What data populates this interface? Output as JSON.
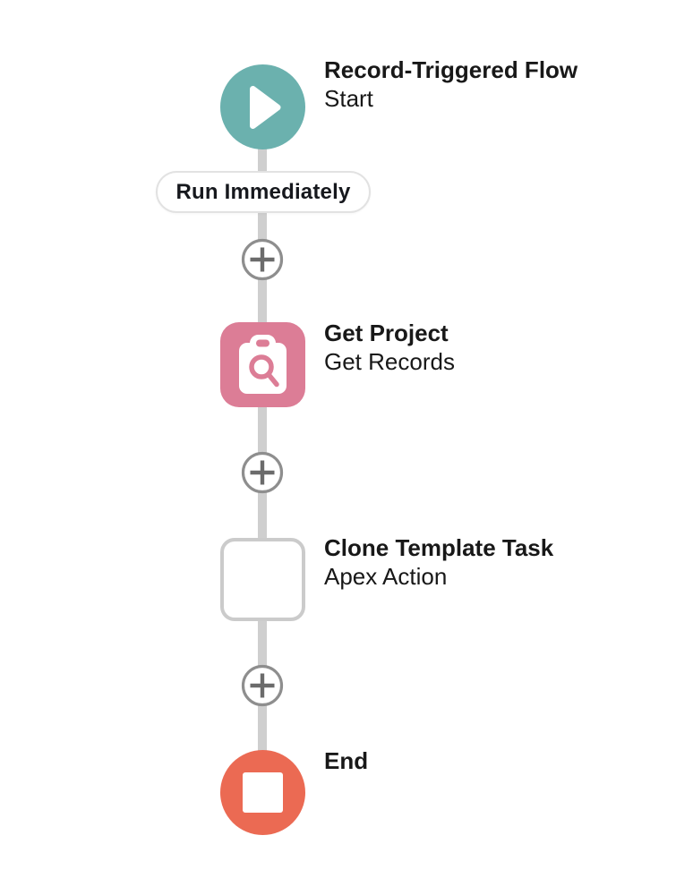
{
  "flow": {
    "connector_label": "Run Immediately",
    "nodes": [
      {
        "title": "Record-Triggered Flow",
        "subtitle": "Start",
        "type": "start",
        "icon": "play-icon"
      },
      {
        "title": "Get Project",
        "subtitle": "Get Records",
        "type": "get-records",
        "icon": "clipboard-search-icon"
      },
      {
        "title": "Clone Template Task",
        "subtitle": "Apex Action",
        "type": "apex-action",
        "icon": "none"
      },
      {
        "title": "End",
        "subtitle": "",
        "type": "end",
        "icon": "stop-icon"
      }
    ],
    "colors": {
      "start_teal": "#6BB1AE",
      "get_records_pink": "#DC7D96",
      "end_orange": "#EB6A53",
      "connector_gray": "#CFCFCF",
      "plus_ring": "#8E8E8E",
      "plus_glyph": "#6B6B6B",
      "empty_node_border": "#CBCBCB",
      "pill_border": "#E2E2E2",
      "text": "#181818"
    }
  }
}
